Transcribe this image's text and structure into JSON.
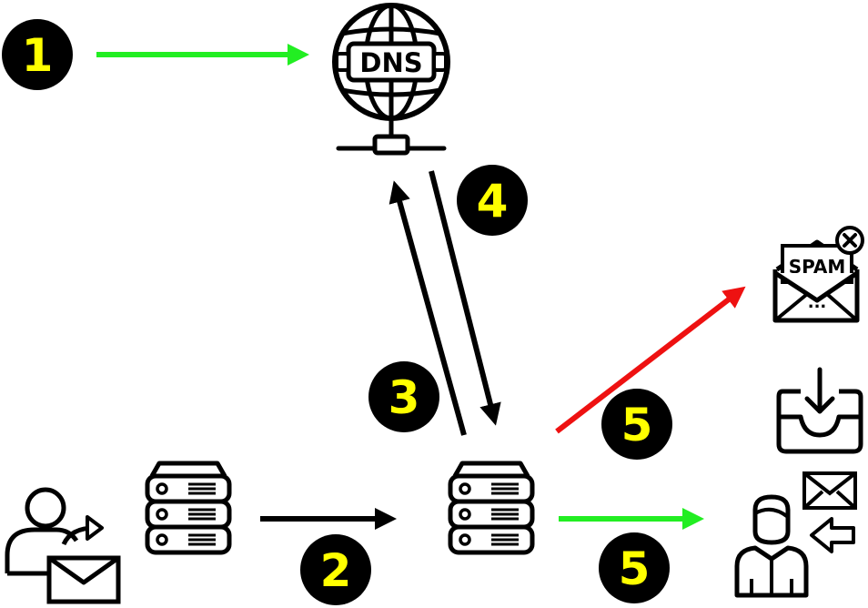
{
  "colors": {
    "badge_fill": "#000000",
    "badge_number": "#ffff00",
    "arrow_green": "#22ee22",
    "arrow_black": "#000000",
    "arrow_red": "#ee1111",
    "icon_stroke": "#000000"
  },
  "icons": {
    "dns_server": {
      "name": "dns-globe-server-icon",
      "label": "DNS"
    },
    "sender": {
      "name": "user-sending-mail-icon"
    },
    "sender_server": {
      "name": "server-icon"
    },
    "receiving_server": {
      "name": "server-icon"
    },
    "spam_folder": {
      "name": "spam-envelope-icon",
      "label": "SPAM",
      "dots": "..."
    },
    "inbox": {
      "name": "inbox-tray-icon"
    },
    "recipient": {
      "name": "user-receiving-mail-icon"
    }
  },
  "steps": [
    {
      "number": "1"
    },
    {
      "number": "2"
    },
    {
      "number": "3"
    },
    {
      "number": "4"
    },
    {
      "number": "5"
    },
    {
      "number": "5"
    }
  ]
}
